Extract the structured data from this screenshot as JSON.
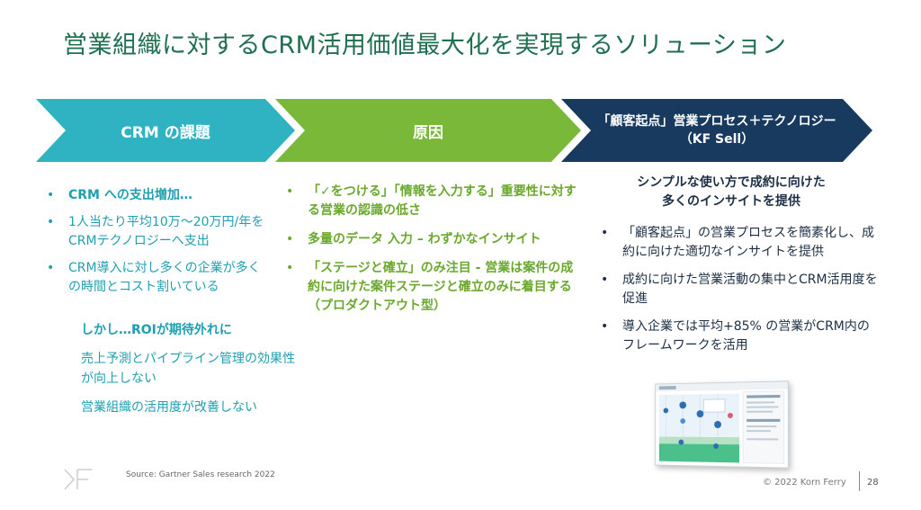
{
  "title": "営業組織に対するCRM活用価値最大化を実現するソリューション",
  "headers": {
    "col1": "CRM の課題",
    "col2": "原因",
    "col3_line1": "「顧客起点」営業プロセス＋テクノロジー",
    "col3_line2": "（KF Sell）"
  },
  "col1": {
    "items": [
      {
        "text": "CRM への支出増加…",
        "bold": true
      },
      {
        "text": "1人当たり平均10万～20万円/年をCRMテクノロジーへ支出",
        "bold": false
      },
      {
        "text": "CRM導入に対し多くの企業が多くの時間とコスト割いている",
        "bold": false
      }
    ],
    "sub_heading": "しかし…ROIが期待外れに",
    "sub_lines": [
      "売上予測とパイプライン管理の効果性が向上しない",
      "営業組織の活用度が改善しない"
    ]
  },
  "col2": {
    "items": [
      "「✓をつける」「情報を入力する」重要性に対する営業の認識の低さ",
      "多量のデータ 入力 – わずかなインサイト",
      "「ステージと確立」のみ注目 - 営業は案件の成約に向けた案件ステージと確立のみに着目する（プロダクトアウト型）"
    ]
  },
  "col3": {
    "intro_line1": "シンプルな使い方で成約に向けた",
    "intro_line2": "多くのインサイトを提供",
    "items": [
      "「顧客起点」の営業プロセスを簡素化し、成約に向けた適切なインサイトを提供",
      "成約に向けた営業活動の集中とCRM活用度を促進",
      "導入企業では平均+85% の営業がCRM内のフレームワークを活用"
    ]
  },
  "bullet": "•",
  "footer": {
    "source": "Source: Gartner Sales research 2022",
    "copyright": "© 2022 Korn Ferry",
    "page": "28"
  },
  "colors": {
    "title": "#1f6f50",
    "arrow1": "#2fb3c3",
    "arrow2": "#7ab83a",
    "arrow3": "#173a5e",
    "col1_text": "#1f9fb0",
    "col2_text": "#6aa82c",
    "col3_text": "#1c2f44"
  },
  "icons": {
    "logo": "korn-ferry-logo-icon",
    "screenshot": "crm-app-screenshot-icon"
  }
}
